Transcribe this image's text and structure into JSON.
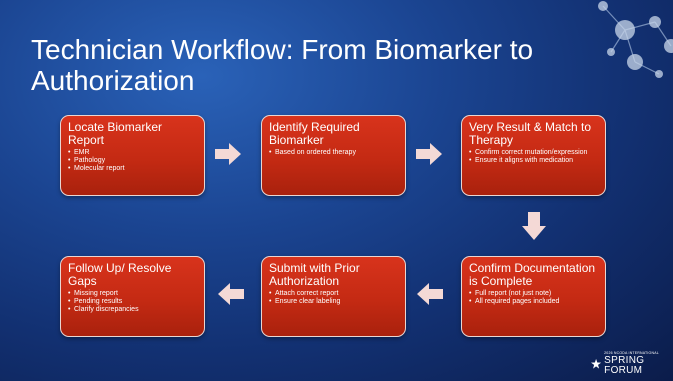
{
  "slide": {
    "title": "Technician Workflow: From Biomarker to Authorization"
  },
  "steps": [
    {
      "title": "Locate Biomarker Report",
      "bullets": [
        "EMR",
        "Pathology",
        "Molecular report"
      ]
    },
    {
      "title": "Identify Required Biomarker",
      "bullets": [
        "Based on ordered therapy"
      ]
    },
    {
      "title": "Very Result & Match to Therapy",
      "bullets": [
        "Confirm correct mutation/expression",
        "Ensure it aligns with medication"
      ]
    },
    {
      "title": "Confirm Documentation is Complete",
      "bullets": [
        "Full report (not just note)",
        "All required pages included"
      ]
    },
    {
      "title": "Submit with Prior Authorization",
      "bullets": [
        "Attach correct report",
        "Ensure clear labeling"
      ]
    },
    {
      "title": "Follow Up/ Resolve Gaps",
      "bullets": [
        "Missing report",
        "Pending results",
        "Clarify discrepancies"
      ]
    }
  ],
  "logo": {
    "line1": "2026 NCODA INTERNATIONAL",
    "line2": "SPRING FORUM"
  },
  "colors": {
    "box": "#c42a13",
    "background": "#1b4592",
    "arrow": "#f4d9d6"
  },
  "icons": [
    "molecule-graphic",
    "arrow-right-icon",
    "arrow-down-icon",
    "arrow-left-icon",
    "ncoda-star-icon"
  ]
}
